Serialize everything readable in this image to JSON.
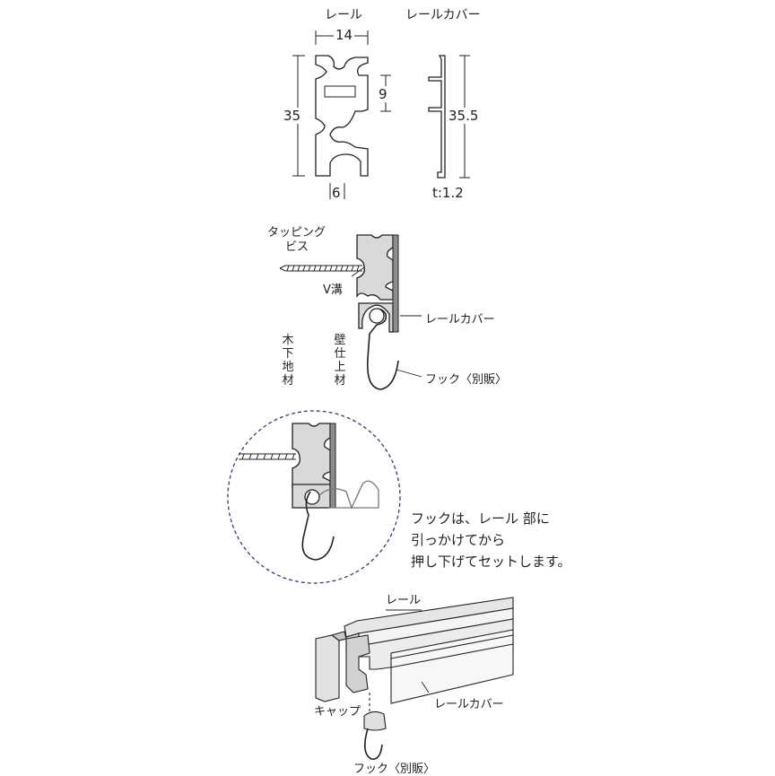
{
  "section1": {
    "rail_label": "レール",
    "cover_label": "レールカバー",
    "dim_width": "14",
    "dim_height": "35",
    "dim_slot": "9",
    "dim_gap": "6",
    "dim_cover_height": "35.5",
    "dim_thickness": "t:1.2"
  },
  "section2": {
    "screw_label_line1": "タッピング",
    "screw_label_line2": "ビス",
    "vgroove_label": "V溝",
    "cover_label": "レールカバー",
    "wood_base_label": "木下地材",
    "wall_finish_label": "壁仕上材",
    "hook_label": "フック〈別販〉"
  },
  "section3": {
    "instruction_line1": "フックは、レール 部に",
    "instruction_line2": "引っかけてから",
    "instruction_line3": "押し下げてセットします。"
  },
  "section4": {
    "rail_label": "レール",
    "cover_label": "レールカバー",
    "cap_label": "キャップ",
    "hook_label": "フック〈別販〉"
  },
  "colors": {
    "line": "#222222",
    "rail_fill": "#cfcfcf",
    "cover_fill": "#8c8c8c",
    "dashed_circle": "#3a3a6a"
  }
}
